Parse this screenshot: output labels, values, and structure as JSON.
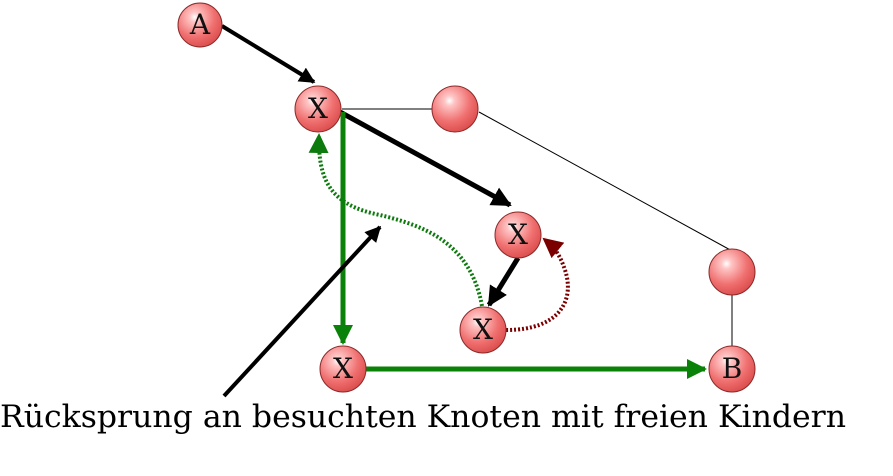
{
  "diagram": {
    "caption": "Rücksprung an besuchten Knoten mit freien Kindern",
    "nodes": [
      {
        "id": "A",
        "label": "A"
      },
      {
        "id": "X1",
        "label": "X"
      },
      {
        "id": "E1",
        "label": ""
      },
      {
        "id": "X2",
        "label": "X"
      },
      {
        "id": "X3",
        "label": "X"
      },
      {
        "id": "X4",
        "label": "X"
      },
      {
        "id": "E2",
        "label": ""
      },
      {
        "id": "B",
        "label": "B"
      }
    ],
    "colors": {
      "node_fill": "#f06a6a",
      "node_stroke": "#8a2a2a",
      "black_path": "#000000",
      "green_path": "#0a820a",
      "green_dotted": "#0c7a0c",
      "red_dotted": "#7a0000"
    }
  }
}
